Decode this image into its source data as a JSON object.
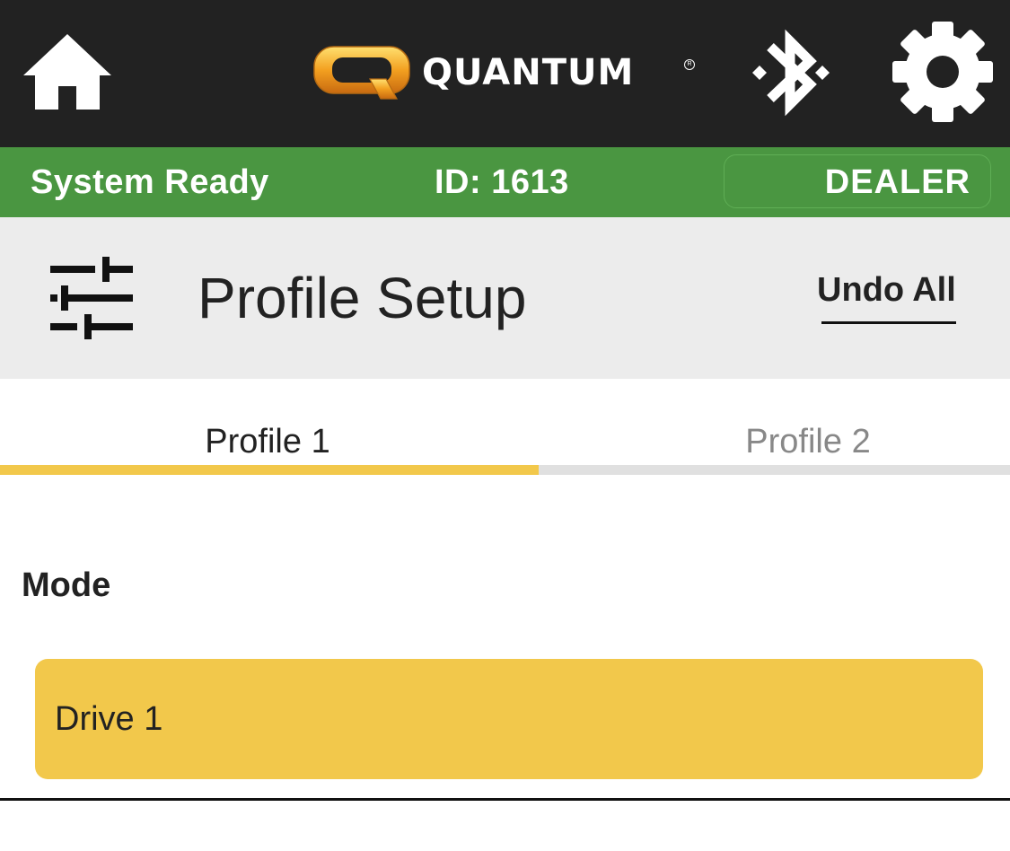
{
  "app": {
    "brand": "QUANTUM",
    "icons": {
      "home": "home-icon",
      "bluetooth": "bluetooth-icon",
      "settings": "gear-icon",
      "profile": "sliders-icon"
    }
  },
  "status": {
    "text": "System Ready",
    "id": "ID: 1613",
    "dealer_label": "DEALER"
  },
  "header": {
    "title": "Profile Setup",
    "undo_label": "Undo All"
  },
  "tabs": [
    {
      "label": "Profile 1",
      "active": true
    },
    {
      "label": "Profile 2",
      "active": false
    }
  ],
  "mode": {
    "section_label": "Mode",
    "selected": "Drive 1"
  },
  "colors": {
    "topbar": "#222222",
    "status_green": "#4a9641",
    "header_gray": "#ececec",
    "accent_yellow": "#f2c84b",
    "logo_orange": "#f0a020"
  }
}
